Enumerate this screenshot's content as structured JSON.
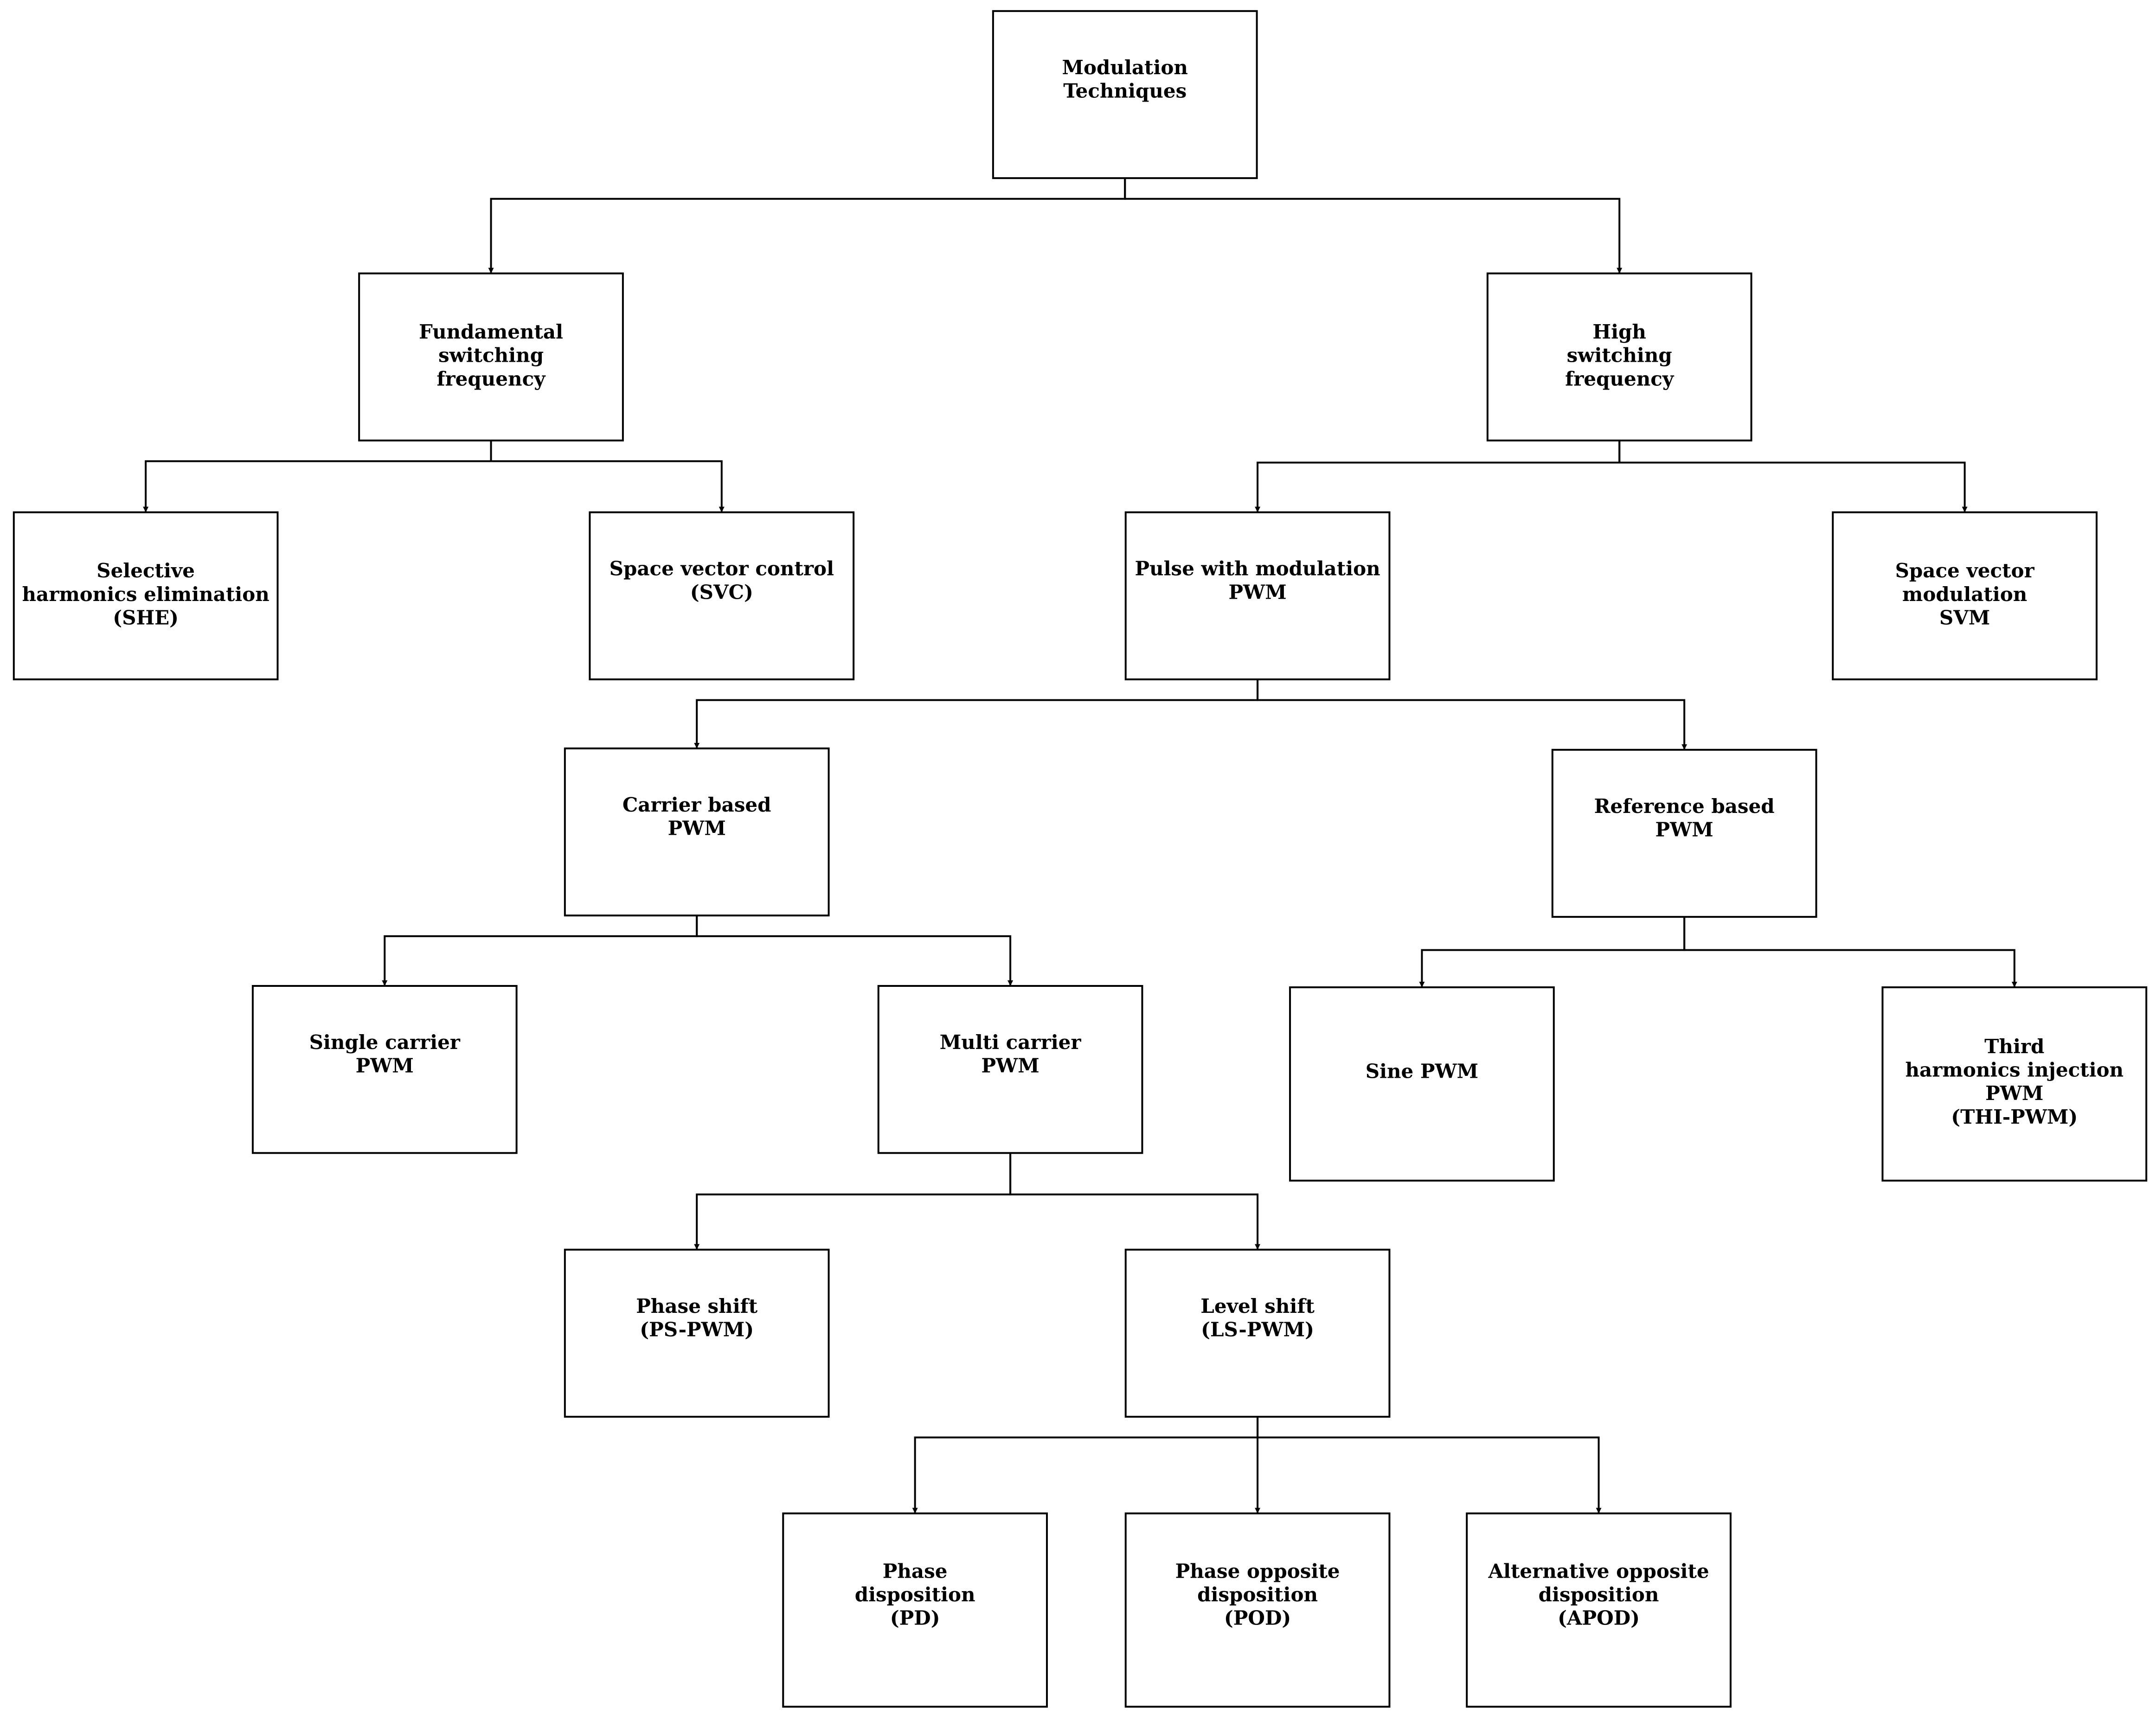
{
  "nodes": [
    {
      "id": "modulation-techniques",
      "lines": [
        "Modulation",
        "Techniques"
      ]
    },
    {
      "id": "fundamental-switching-frequency",
      "lines": [
        "Fundamental",
        "switching",
        "frequency"
      ]
    },
    {
      "id": "high-switching-frequency",
      "lines": [
        "High",
        "switching",
        "frequency"
      ]
    },
    {
      "id": "selective-harmonics-elimination",
      "lines": [
        "Selective",
        "harmonics elimination",
        "(SHE)"
      ]
    },
    {
      "id": "space-vector-control",
      "lines": [
        "Space vector control",
        "(SVC)"
      ]
    },
    {
      "id": "pulse-with-modulation",
      "lines": [
        "Pulse with modulation",
        "PWM"
      ]
    },
    {
      "id": "space-vector-modulation",
      "lines": [
        "Space vector",
        "modulation",
        "SVM"
      ]
    },
    {
      "id": "carrier-based-pwm",
      "lines": [
        "Carrier based",
        "PWM"
      ]
    },
    {
      "id": "reference-based-pwm",
      "lines": [
        "Reference based",
        "PWM"
      ]
    },
    {
      "id": "single-carrier-pwm",
      "lines": [
        "Single carrier",
        "PWM"
      ]
    },
    {
      "id": "multi-carrier-pwm",
      "lines": [
        "Multi carrier",
        "PWM"
      ]
    },
    {
      "id": "sine-pwm",
      "lines": [
        "Sine PWM"
      ]
    },
    {
      "id": "third-harmonics-injection-pwm",
      "lines": [
        "Third",
        "harmonics injection",
        "PWM",
        "(THI-PWM)"
      ]
    },
    {
      "id": "phase-shift",
      "lines": [
        "Phase shift",
        "(PS-PWM)"
      ]
    },
    {
      "id": "level-shift",
      "lines": [
        "Level shift",
        "(LS-PWM)"
      ]
    },
    {
      "id": "phase-disposition",
      "lines": [
        "Phase",
        "disposition",
        "(PD)"
      ]
    },
    {
      "id": "phase-opposite-disposition",
      "lines": [
        "Phase opposite",
        "disposition",
        "(POD)"
      ]
    },
    {
      "id": "alternative-opposite-disposition",
      "lines": [
        "Alternative opposite",
        "disposition",
        "(APOD)"
      ]
    }
  ],
  "edges": [
    {
      "from": "modulation-techniques",
      "to": "fundamental-switching-frequency"
    },
    {
      "from": "modulation-techniques",
      "to": "high-switching-frequency"
    },
    {
      "from": "fundamental-switching-frequency",
      "to": "selective-harmonics-elimination"
    },
    {
      "from": "fundamental-switching-frequency",
      "to": "space-vector-control"
    },
    {
      "from": "high-switching-frequency",
      "to": "pulse-with-modulation"
    },
    {
      "from": "high-switching-frequency",
      "to": "space-vector-modulation"
    },
    {
      "from": "pulse-with-modulation",
      "to": "carrier-based-pwm"
    },
    {
      "from": "pulse-with-modulation",
      "to": "reference-based-pwm"
    },
    {
      "from": "carrier-based-pwm",
      "to": "single-carrier-pwm"
    },
    {
      "from": "carrier-based-pwm",
      "to": "multi-carrier-pwm"
    },
    {
      "from": "reference-based-pwm",
      "to": "sine-pwm"
    },
    {
      "from": "reference-based-pwm",
      "to": "third-harmonics-injection-pwm"
    },
    {
      "from": "multi-carrier-pwm",
      "to": "phase-shift"
    },
    {
      "from": "multi-carrier-pwm",
      "to": "level-shift"
    },
    {
      "from": "level-shift",
      "to": "phase-disposition"
    },
    {
      "from": "level-shift",
      "to": "phase-opposite-disposition"
    },
    {
      "from": "level-shift",
      "to": "alternative-opposite-disposition"
    }
  ]
}
